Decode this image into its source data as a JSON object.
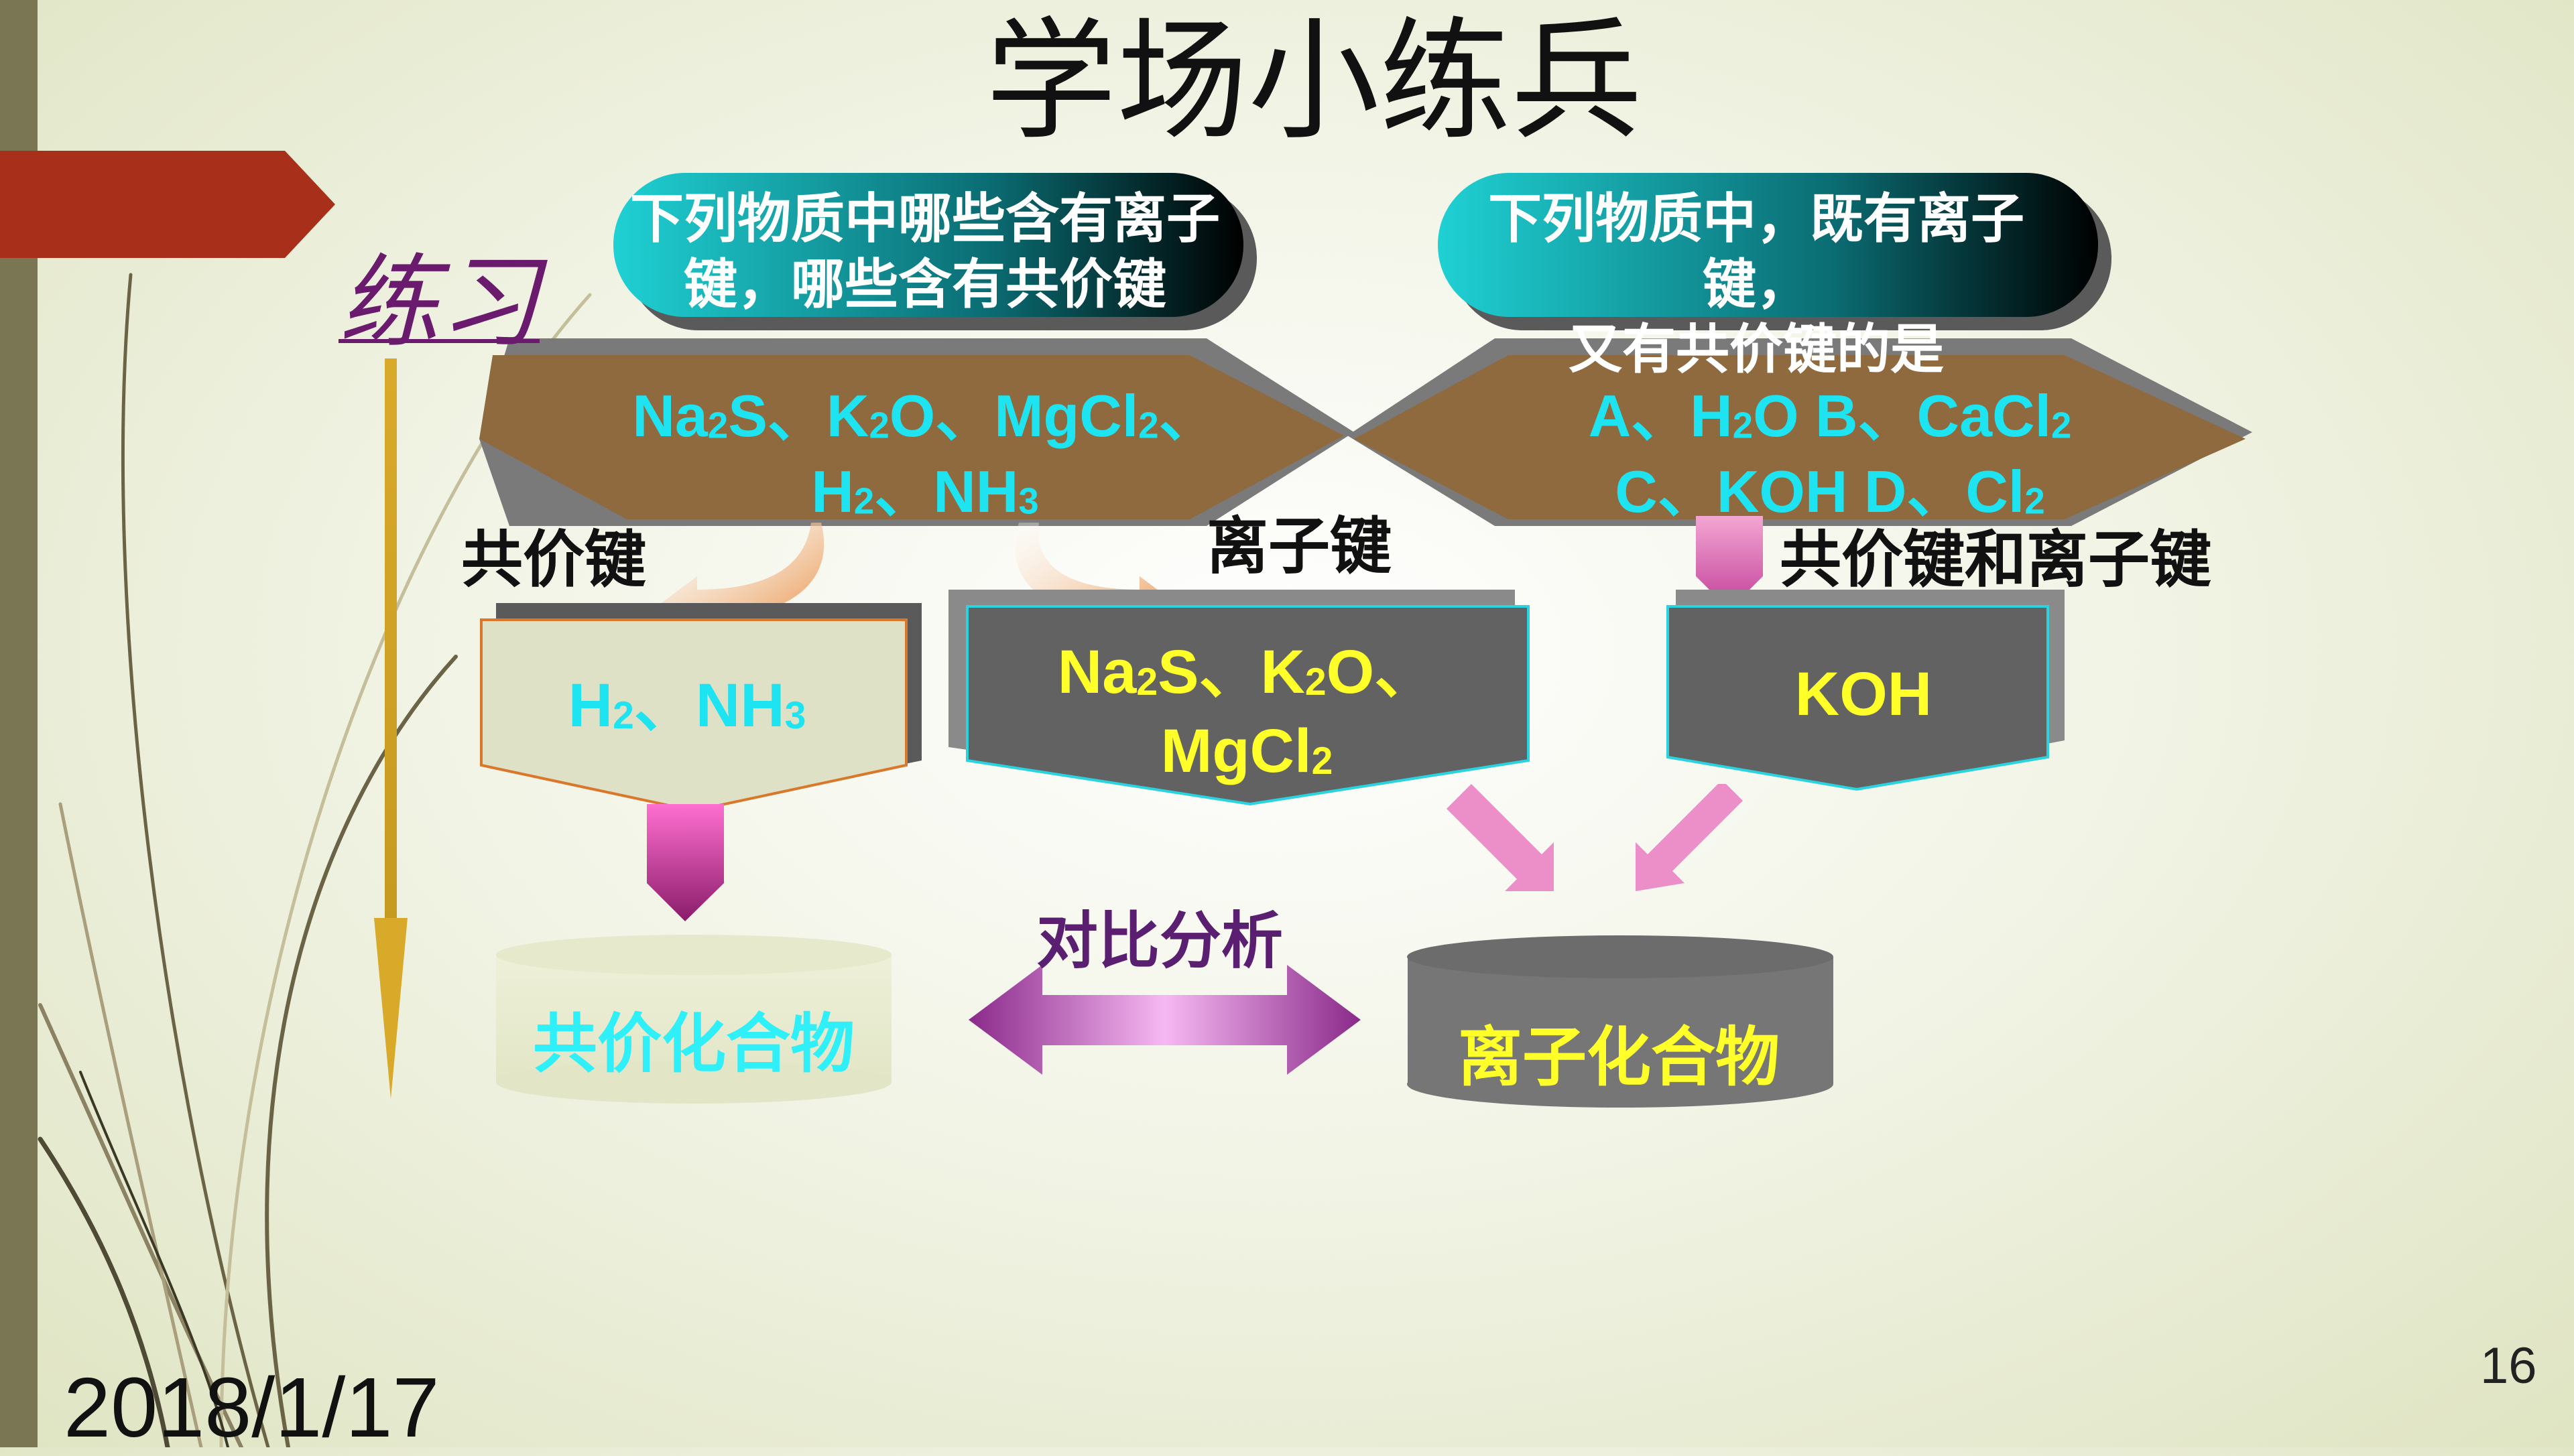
{
  "slide": {
    "title": "学场小练兵",
    "practice_label": "练习",
    "date": "2018/1/17",
    "page_number": "16"
  },
  "questions": {
    "q1": [
      "下列物质中哪些含有离子",
      "键，哪些含有共价键"
    ],
    "q2": [
      "下列物质中，既有离子键，",
      "又有共价键的是"
    ]
  },
  "substances": {
    "left": {
      "line1": [
        {
          "t": "Na"
        },
        {
          "s": "2"
        },
        {
          "t": "S、K"
        },
        {
          "s": "2"
        },
        {
          "t": "O、MgCl"
        },
        {
          "s": "2"
        },
        {
          "t": "、"
        }
      ],
      "line2": [
        {
          "t": "H"
        },
        {
          "s": "2"
        },
        {
          "t": "、NH"
        },
        {
          "s": "3"
        }
      ]
    },
    "right": {
      "line1": [
        {
          "t": "A、H"
        },
        {
          "s": "2"
        },
        {
          "t": "O   B、CaCl"
        },
        {
          "s": "2"
        }
      ],
      "line2": [
        {
          "t": "C、KOH  D、Cl"
        },
        {
          "s": "2"
        }
      ]
    }
  },
  "labels": {
    "covalent_bond": "共价键",
    "ionic_bond": "离子键",
    "both_bonds": "共价键和离子键",
    "compare_analysis": "对比分析",
    "covalent_compound": "共价化合物",
    "ionic_compound": "离子化合物"
  },
  "results": {
    "covalent": [
      {
        "t": "H"
      },
      {
        "s": "2"
      },
      {
        "t": "、NH"
      },
      {
        "s": "3"
      }
    ],
    "ionic_line1": [
      {
        "t": "Na"
      },
      {
        "s": "2"
      },
      {
        "t": "S、K"
      },
      {
        "s": "2"
      },
      {
        "t": "O、"
      }
    ],
    "ionic_line2": [
      {
        "t": "MgCl"
      },
      {
        "s": "2"
      }
    ],
    "both": "KOH"
  },
  "colors": {
    "accent_red": "#a8301a",
    "side_bar": "#7a7552",
    "hexagon_brown": "#8f6a3e",
    "dark_box": "#626262",
    "cyan_text": "#1ee3f0",
    "yellow_text": "#ffff2a",
    "purple_text": "#5b1f72",
    "pink_arrow": "#e86ab6",
    "orange_arrow": "#e8883a",
    "gold_arrow": "#d9aa2a"
  }
}
